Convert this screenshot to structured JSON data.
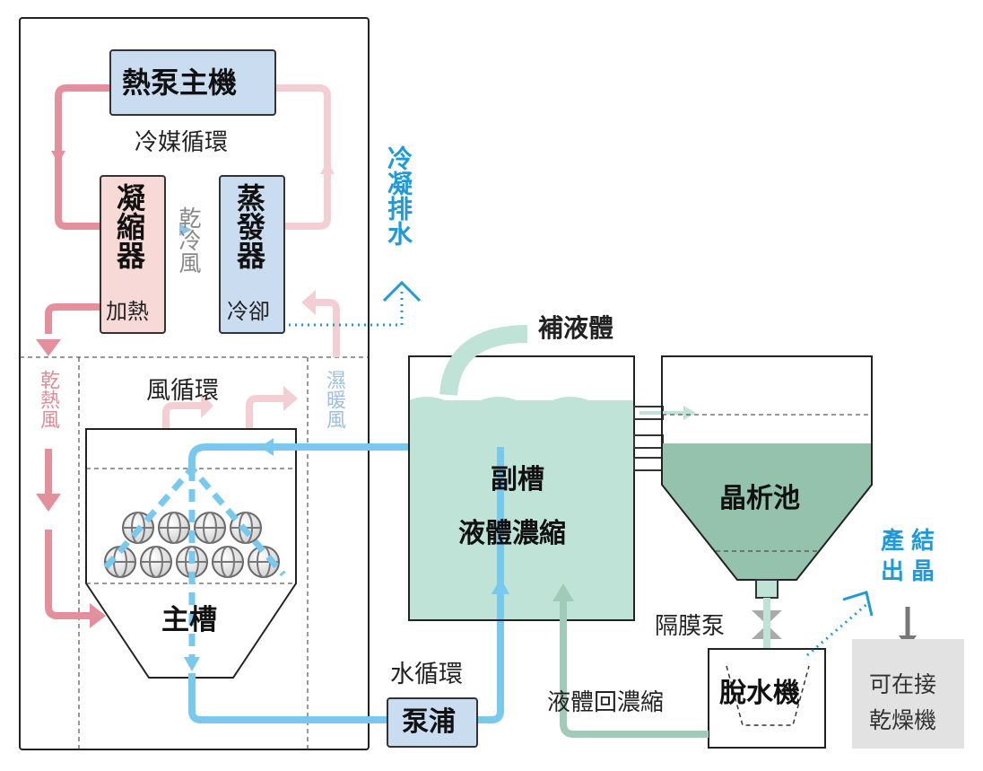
{
  "labels": {
    "heat_pump": "熱泵主機",
    "refrigerant_loop": "冷媒循環",
    "condenser": "凝縮器",
    "condenser_sub": "加熱",
    "dry_cold_air": "乾冷風",
    "evaporator": "蒸發器",
    "evaporator_sub": "冷卻",
    "condensate_drain": "冷凝排水",
    "dry_hot_air": "乾熱風",
    "wind_loop": "風循環",
    "humid_warm_air": "濕暖風",
    "main_tank": "主槽",
    "water_loop": "水循環",
    "pump": "泵浦",
    "refill_liquid": "補液體",
    "aux_tank_line1": "副槽",
    "aux_tank_line2": "液體濃縮",
    "crystallizer": "晶析池",
    "product_line1": "產結",
    "product_line2": "出晶",
    "diaphragm_pump": "隔膜泵",
    "dehydrator": "脫水機",
    "return_concentrate": "液體回濃縮",
    "dryer_line1": "可在接",
    "dryer_line2": "乾燥機"
  },
  "colors": {
    "pink_strong": "#e08b98",
    "pink_light": "#f3c6cc",
    "blue_flow": "#79c8ee",
    "blue_text": "#1e9ad8",
    "teal_light": "#bfe3d6",
    "teal_mid": "#a0cbb8",
    "teal_dark": "#94c2ac",
    "box_blue": "#c9dcf0",
    "box_pink": "#f7d9d7",
    "gray_box": "#e2e2e2"
  }
}
